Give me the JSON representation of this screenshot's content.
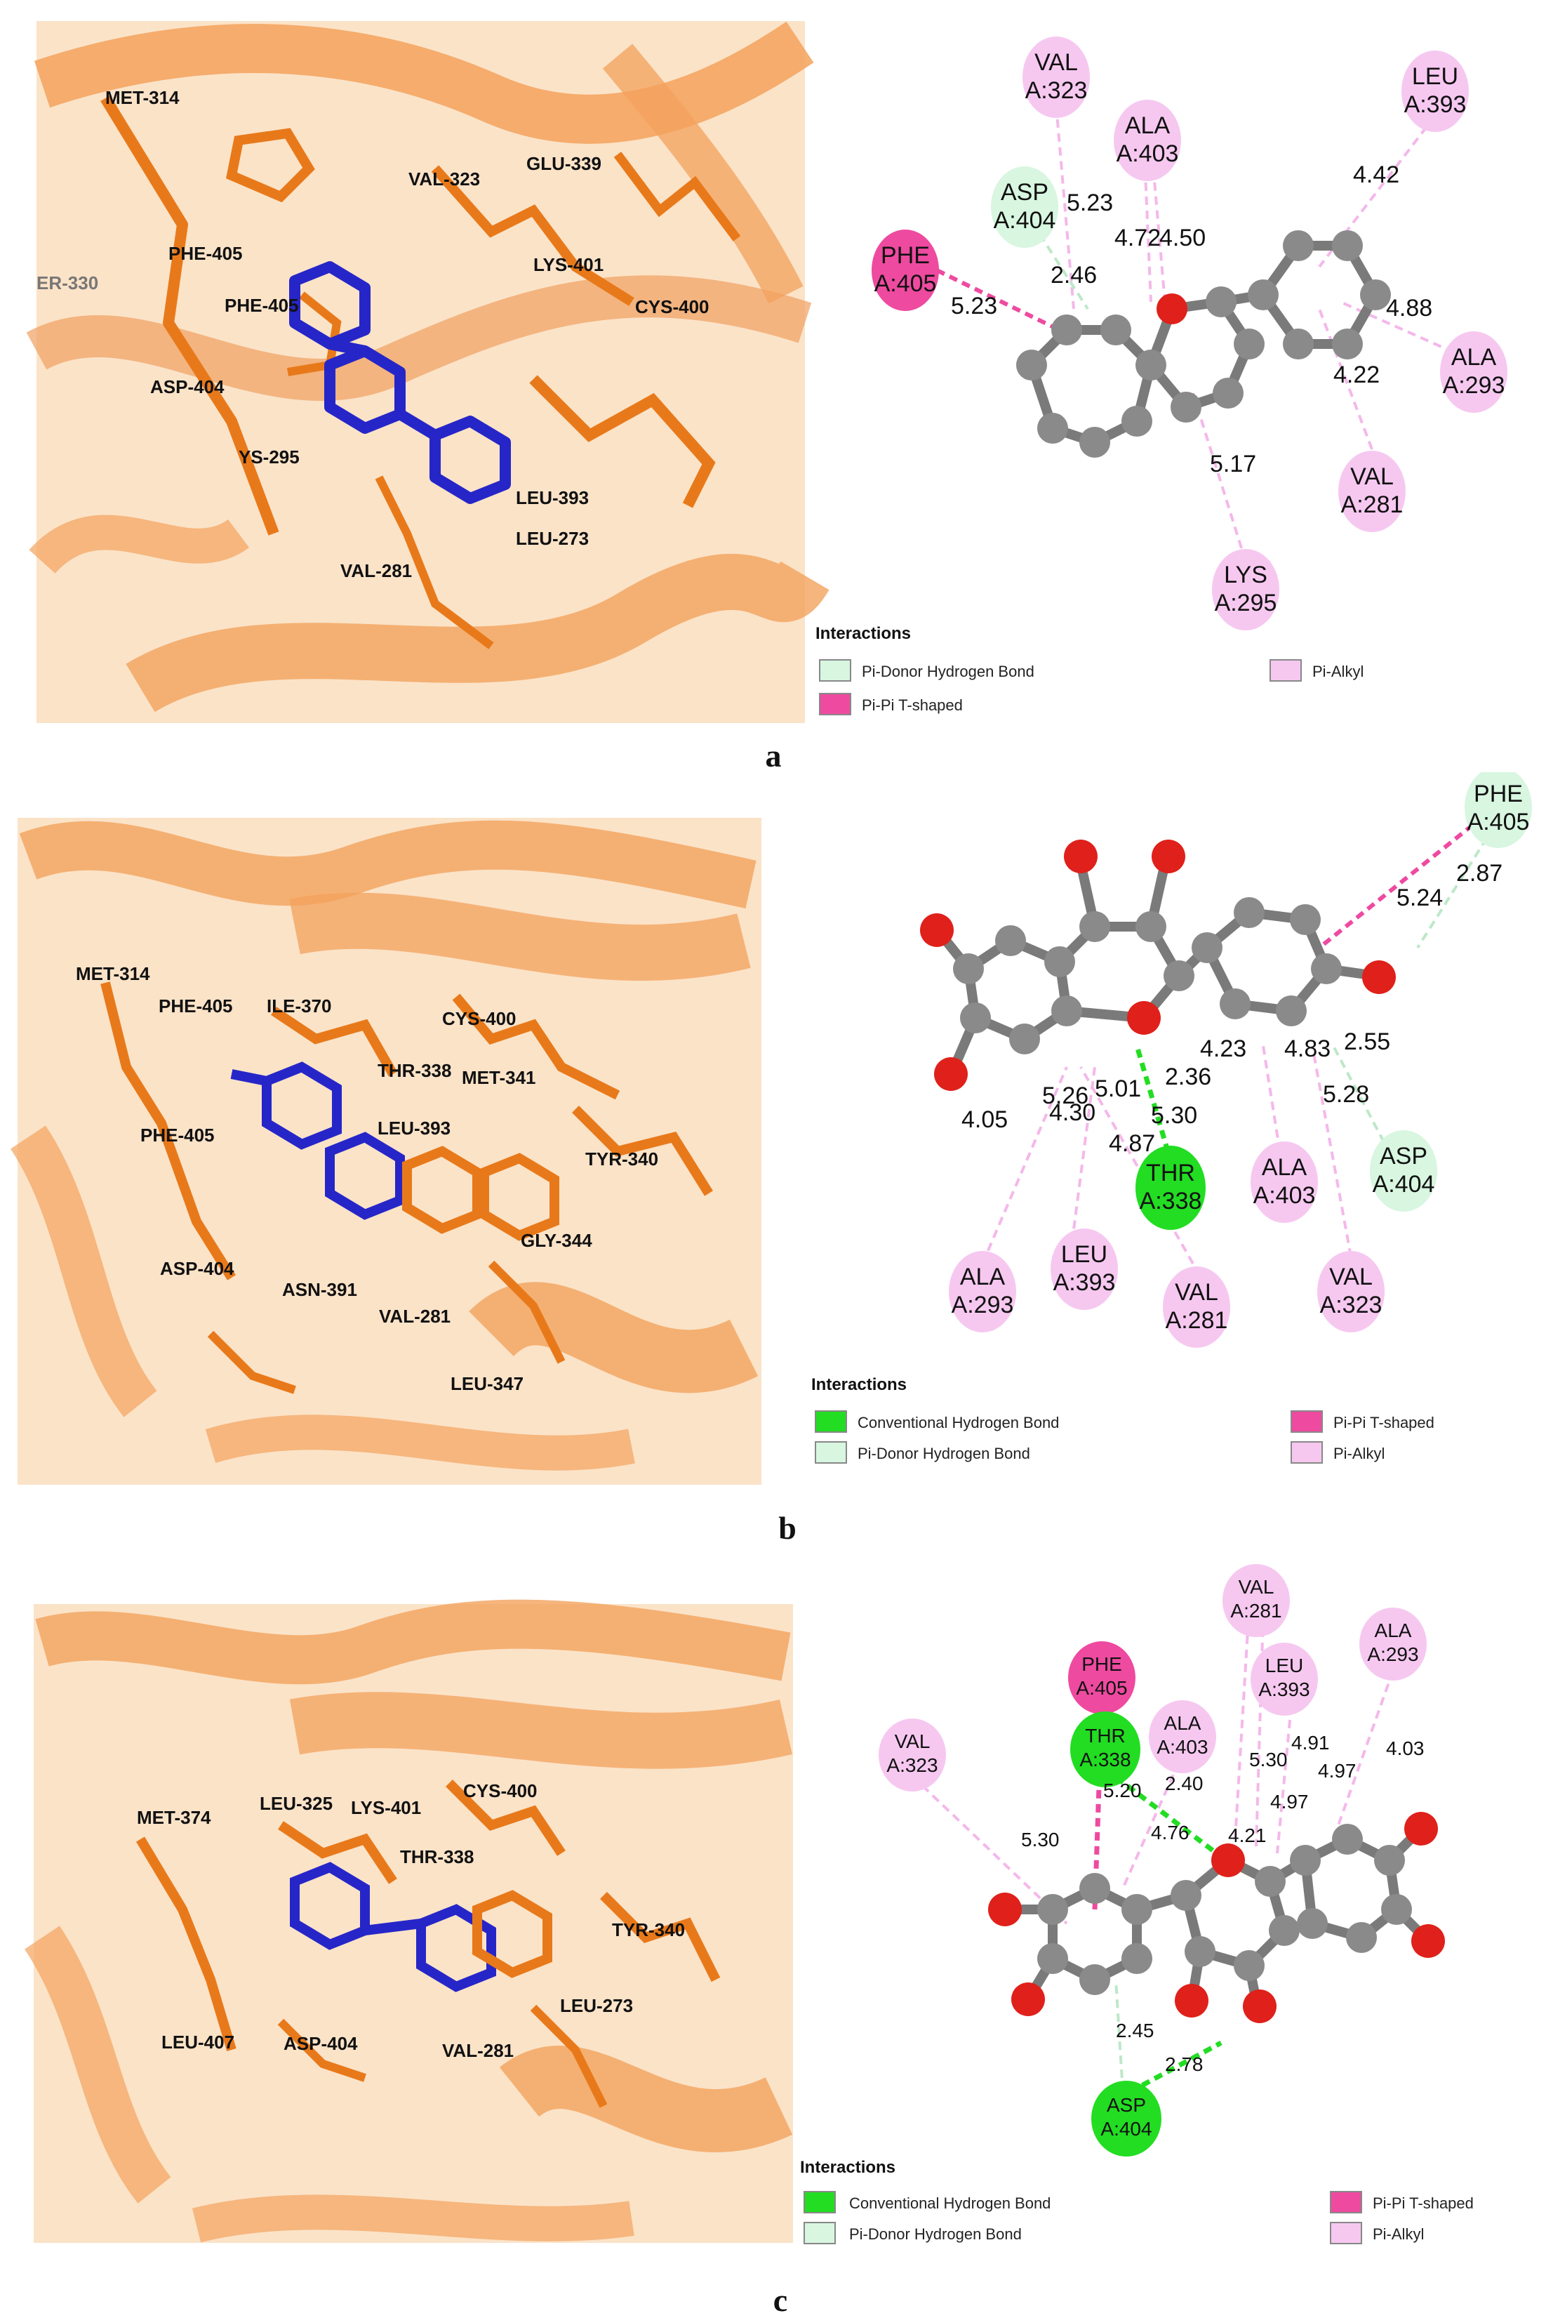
{
  "panels": [
    {
      "label": "a",
      "residues_3d": [
        "MET-314",
        "PHE-405",
        "PHE-405",
        "ER-330",
        "ASP-404",
        "YS-295",
        "VAL-323",
        "GLU-339",
        "LYS-401",
        "CYS-400",
        "LEU-393",
        "LEU-273",
        "VAL-281"
      ],
      "bubbles": [
        {
          "res": "VAL",
          "id": "A:323",
          "type": "pi-alkyl"
        },
        {
          "res": "ALA",
          "id": "A:403",
          "type": "pi-alkyl"
        },
        {
          "res": "LEU",
          "id": "A:393",
          "type": "pi-alkyl"
        },
        {
          "res": "ASP",
          "id": "A:404",
          "type": "pi-donor-hbond"
        },
        {
          "res": "PHE",
          "id": "A:405",
          "type": "pi-pi-tshaped"
        },
        {
          "res": "ALA",
          "id": "A:293",
          "type": "pi-alkyl"
        },
        {
          "res": "VAL",
          "id": "A:281",
          "type": "pi-alkyl"
        },
        {
          "res": "LYS",
          "id": "A:295",
          "type": "pi-alkyl"
        }
      ],
      "distances": [
        "5.23",
        "4.72",
        "4.50",
        "2.46",
        "5.23",
        "4.42",
        "4.88",
        "4.22",
        "5.17"
      ],
      "legend_title": "Interactions",
      "legend": [
        {
          "label": "Pi-Donor Hydrogen Bond",
          "type": "pi-donor-hbond"
        },
        {
          "label": "Pi-Alkyl",
          "type": "pi-alkyl"
        },
        {
          "label": "Pi-Pi T-shaped",
          "type": "pi-pi-tshaped"
        }
      ]
    },
    {
      "label": "b",
      "residues_3d": [
        "MET-314",
        "PHE-405",
        "ILE-370",
        "CYS-400",
        "THR-338",
        "MET-341",
        "LEU-393",
        "PHE-405",
        "TYR-340",
        "GLY-344",
        "ASP-404",
        "ASN-391",
        "VAL-281",
        "LEU-347"
      ],
      "bubbles": [
        {
          "res": "PHE",
          "id": "A:405",
          "type": "pi-donor-hbond"
        },
        {
          "res": "ASP",
          "id": "A:404",
          "type": "pi-donor-hbond"
        },
        {
          "res": "THR",
          "id": "A:338",
          "type": "conv-hbond"
        },
        {
          "res": "ALA",
          "id": "A:403",
          "type": "pi-alkyl"
        },
        {
          "res": "ALA",
          "id": "A:293",
          "type": "pi-alkyl"
        },
        {
          "res": "LEU",
          "id": "A:393",
          "type": "pi-alkyl"
        },
        {
          "res": "VAL",
          "id": "A:281",
          "type": "pi-alkyl"
        },
        {
          "res": "VAL",
          "id": "A:323",
          "type": "pi-alkyl"
        }
      ],
      "distances": [
        "5.24",
        "2.87",
        "2.55",
        "4.23",
        "4.83",
        "2.36",
        "5.28",
        "5.26",
        "5.01",
        "5.30",
        "4.05",
        "4.30",
        "4.87"
      ],
      "legend_title": "Interactions",
      "legend": [
        {
          "label": "Conventional Hydrogen Bond",
          "type": "conv-hbond"
        },
        {
          "label": "Pi-Pi T-shaped",
          "type": "pi-pi-tshaped"
        },
        {
          "label": "Pi-Donor Hydrogen Bond",
          "type": "pi-donor-hbond"
        },
        {
          "label": "Pi-Alkyl",
          "type": "pi-alkyl"
        }
      ]
    },
    {
      "label": "c",
      "residues_3d": [
        "MET-374",
        "LEU-325",
        "LYS-401",
        "CYS-400",
        "THR-338",
        "TYR-340",
        "LEU-407",
        "ASP-404",
        "VAL-281",
        "LEU-273"
      ],
      "bubbles": [
        {
          "res": "PHE",
          "id": "A:405",
          "type": "pi-pi-tshaped"
        },
        {
          "res": "VAL",
          "id": "A:281",
          "type": "pi-alkyl"
        },
        {
          "res": "ALA",
          "id": "A:293",
          "type": "pi-alkyl"
        },
        {
          "res": "LEU",
          "id": "A:393",
          "type": "pi-alkyl"
        },
        {
          "res": "VAL",
          "id": "A:323",
          "type": "pi-alkyl"
        },
        {
          "res": "THR",
          "id": "A:338",
          "type": "conv-hbond"
        },
        {
          "res": "ALA",
          "id": "A:403",
          "type": "pi-alkyl"
        },
        {
          "res": "ASP",
          "id": "A:404",
          "type": "conv-hbond"
        }
      ],
      "distances": [
        "5.30",
        "5.20",
        "2.40",
        "4.76",
        "4.21",
        "5.30",
        "4.91",
        "4.97",
        "4.03",
        "4.97",
        "2.45",
        "2.78"
      ],
      "legend_title": "Interactions",
      "legend": [
        {
          "label": "Conventional Hydrogen Bond",
          "type": "conv-hbond"
        },
        {
          "label": "Pi-Pi T-shaped",
          "type": "pi-pi-tshaped"
        },
        {
          "label": "Pi-Donor Hydrogen Bond",
          "type": "pi-donor-hbond"
        },
        {
          "label": "Pi-Alkyl",
          "type": "pi-alkyl"
        }
      ]
    }
  ],
  "colors": {
    "protein_cartoon": "#f3a25c",
    "side_chain": "#e8791a",
    "ligand_3d": "#2626c8",
    "atom_carbon": "#8a8a8a",
    "atom_oxygen": "#e0201a",
    "conv-hbond": "#22dd22",
    "pi-donor-hbond": "#d8f6e0",
    "pi-pi-tshaped": "#ee4aa0",
    "pi-alkyl": "#f6c8f0"
  }
}
